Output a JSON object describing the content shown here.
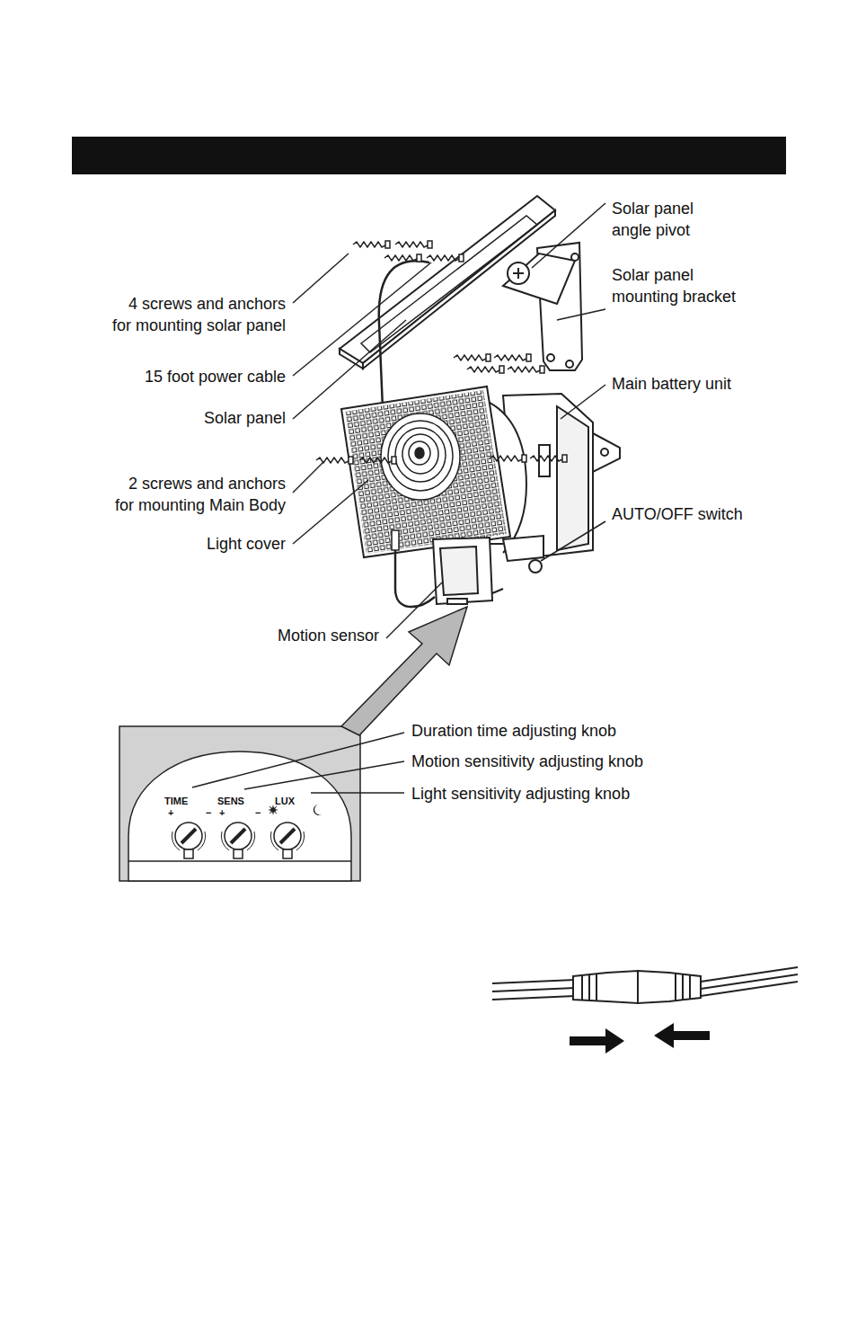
{
  "diagram": {
    "nodes": [
      {
        "text": [
          "TIME",
          "+",
          "−",
          "SENS",
          "+",
          "−",
          "LUX"
        ]
      }
    ],
    "labels": [
      "Solar panel angle pivot",
      "Solar panel mounting bracket",
      "Main battery unit",
      "AUTO/OFF switch",
      "4 screws and anchors for mounting solar panel",
      "15 foot power cable",
      "Solar panel",
      "2 screws and anchors for mounting Main Body",
      "Light cover",
      "Motion sensor",
      "Duration time adjusting knob",
      "Motion sensitivity adjusting knob",
      "Light sensitivity adjusting knob"
    ]
  }
}
